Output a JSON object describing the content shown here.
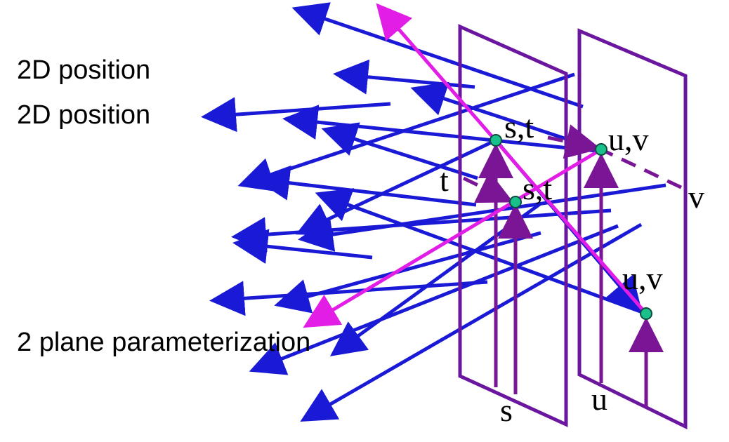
{
  "labels": {
    "position_1": "2D position",
    "position_2": "2D position",
    "parameterization": "2 plane parameterization",
    "st_upper": "s,t",
    "st_lower": "s,t",
    "uv_upper": "u,v",
    "uv_lower": "u,v",
    "t_axis": "t",
    "v_axis": "v",
    "s_axis": "s",
    "u_axis": "u"
  },
  "colors": {
    "ray": "#1a1ad6",
    "highlight_ray": "#e21ee6",
    "plane": "#6b169e",
    "axis": "#7a1696",
    "point_fill": "#19c08a",
    "point_stroke": "#0d4d40"
  },
  "planes": [
    "st-plane",
    "uv-plane"
  ]
}
